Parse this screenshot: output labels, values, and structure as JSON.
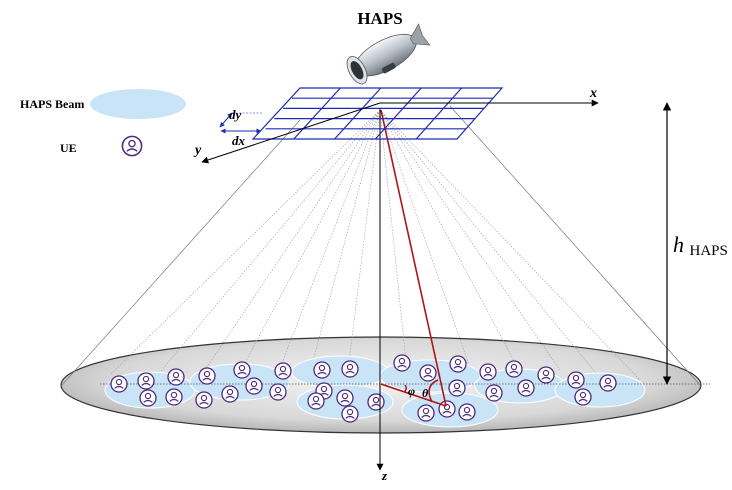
{
  "title": "HAPS",
  "legend": {
    "beam_label": "HAPS Beam",
    "ue_label": "UE"
  },
  "axes": {
    "x": "x",
    "y": "y",
    "z": "z"
  },
  "grid_labels": {
    "dx": "dx",
    "dy": "dy"
  },
  "height_label": {
    "main": "h",
    "subscript": "HAPS"
  },
  "angles": {
    "phi": "φ",
    "theta": "θ"
  },
  "colors": {
    "grid": "#1f2bb5",
    "beam": "#c9e4f7",
    "ue": "#4b2a7d",
    "ray": "#b01515",
    "ground": "#d4d4d4"
  },
  "icons": [
    "haps-airship-icon",
    "user-equipment-icon"
  ]
}
